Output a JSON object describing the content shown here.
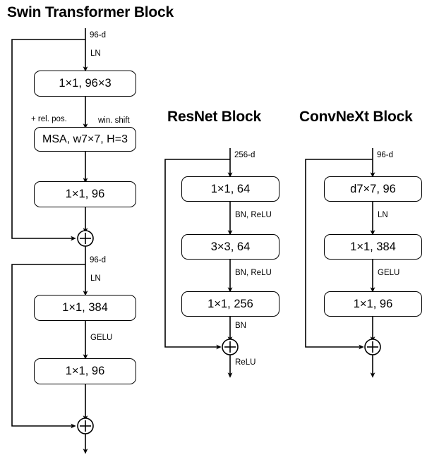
{
  "figure": {
    "type": "diagram",
    "subtype": "neural-network-block-comparison",
    "background": "#ffffff",
    "stroke_color": "#000000",
    "text_color": "#000000"
  },
  "columns": [
    {
      "id": "swin",
      "title": "Swin Transformer Block",
      "sub_blocks": [
        {
          "id": "swin-attn",
          "input_dim_label": "96-d",
          "pre_op_label": "LN",
          "nodes": [
            {
              "label": "1×1, 96×3"
            },
            {
              "label": "MSA, w7×7, H=3"
            },
            {
              "label": "1×1, 96"
            }
          ],
          "side_labels": [
            {
              "text": "+ rel. pos.",
              "side": "left"
            },
            {
              "text": "win. shift",
              "side": "right"
            }
          ],
          "edge_labels": [],
          "merge": {
            "symbol": "⊕",
            "name": "add-node"
          },
          "post_merge_label": ""
        },
        {
          "id": "swin-mlp",
          "input_dim_label": "96-d",
          "pre_op_label": "LN",
          "nodes": [
            {
              "label": "1×1, 384"
            },
            {
              "label": "1×1, 96"
            }
          ],
          "side_labels": [],
          "edge_labels": [
            {
              "text": "GELU"
            }
          ],
          "merge": {
            "symbol": "⊕",
            "name": "add-node"
          },
          "post_merge_label": ""
        }
      ]
    },
    {
      "id": "resnet",
      "title": "ResNet Block",
      "sub_blocks": [
        {
          "id": "resnet-main",
          "input_dim_label": "256-d",
          "pre_op_label": "",
          "nodes": [
            {
              "label": "1×1, 64"
            },
            {
              "label": "3×3, 64"
            },
            {
              "label": "1×1, 256"
            }
          ],
          "side_labels": [],
          "edge_labels": [
            {
              "text": "BN, ReLU"
            },
            {
              "text": "BN, ReLU"
            },
            {
              "text": "BN"
            }
          ],
          "merge": {
            "symbol": "⊕",
            "name": "add-node"
          },
          "post_merge_label": "ReLU"
        }
      ]
    },
    {
      "id": "convnext",
      "title": "ConvNeXt Block",
      "sub_blocks": [
        {
          "id": "convnext-main",
          "input_dim_label": "96-d",
          "pre_op_label": "",
          "nodes": [
            {
              "label": "d7×7, 96"
            },
            {
              "label": "1×1, 384"
            },
            {
              "label": "1×1, 96"
            }
          ],
          "side_labels": [],
          "edge_labels": [
            {
              "text": "LN"
            },
            {
              "text": "GELU"
            }
          ],
          "merge": {
            "symbol": "⊕",
            "name": "add-node"
          },
          "post_merge_label": ""
        }
      ]
    }
  ],
  "text_items": {
    "swin_title": "Swin Transformer Block",
    "resnet_title": "ResNet Block",
    "convnext_title": "ConvNeXt Block",
    "swin_dim_1": "96-d",
    "swin_ln_1": "LN",
    "swin_box_1": "1×1, 96×3",
    "swin_rel_pos": "+ rel. pos.",
    "swin_win_shift": "win. shift",
    "swin_box_2": "MSA, w7×7, H=3",
    "swin_box_3": "1×1, 96",
    "swin_dim_2": "96-d",
    "swin_ln_2": "LN",
    "swin_box_4": "1×1, 384",
    "swin_gelu": "GELU",
    "swin_box_5": "1×1, 96",
    "resnet_dim": "256-d",
    "resnet_box_1": "1×1, 64",
    "resnet_bn_relu_1": "BN, ReLU",
    "resnet_box_2": "3×3, 64",
    "resnet_bn_relu_2": "BN, ReLU",
    "resnet_box_3": "1×1, 256",
    "resnet_bn": "BN",
    "resnet_relu_out": "ReLU",
    "convnext_dim": "96-d",
    "convnext_box_1": "d7×7, 96",
    "convnext_ln": "LN",
    "convnext_box_2": "1×1, 384",
    "convnext_gelu": "GELU",
    "convnext_box_3": "1×1, 96"
  }
}
